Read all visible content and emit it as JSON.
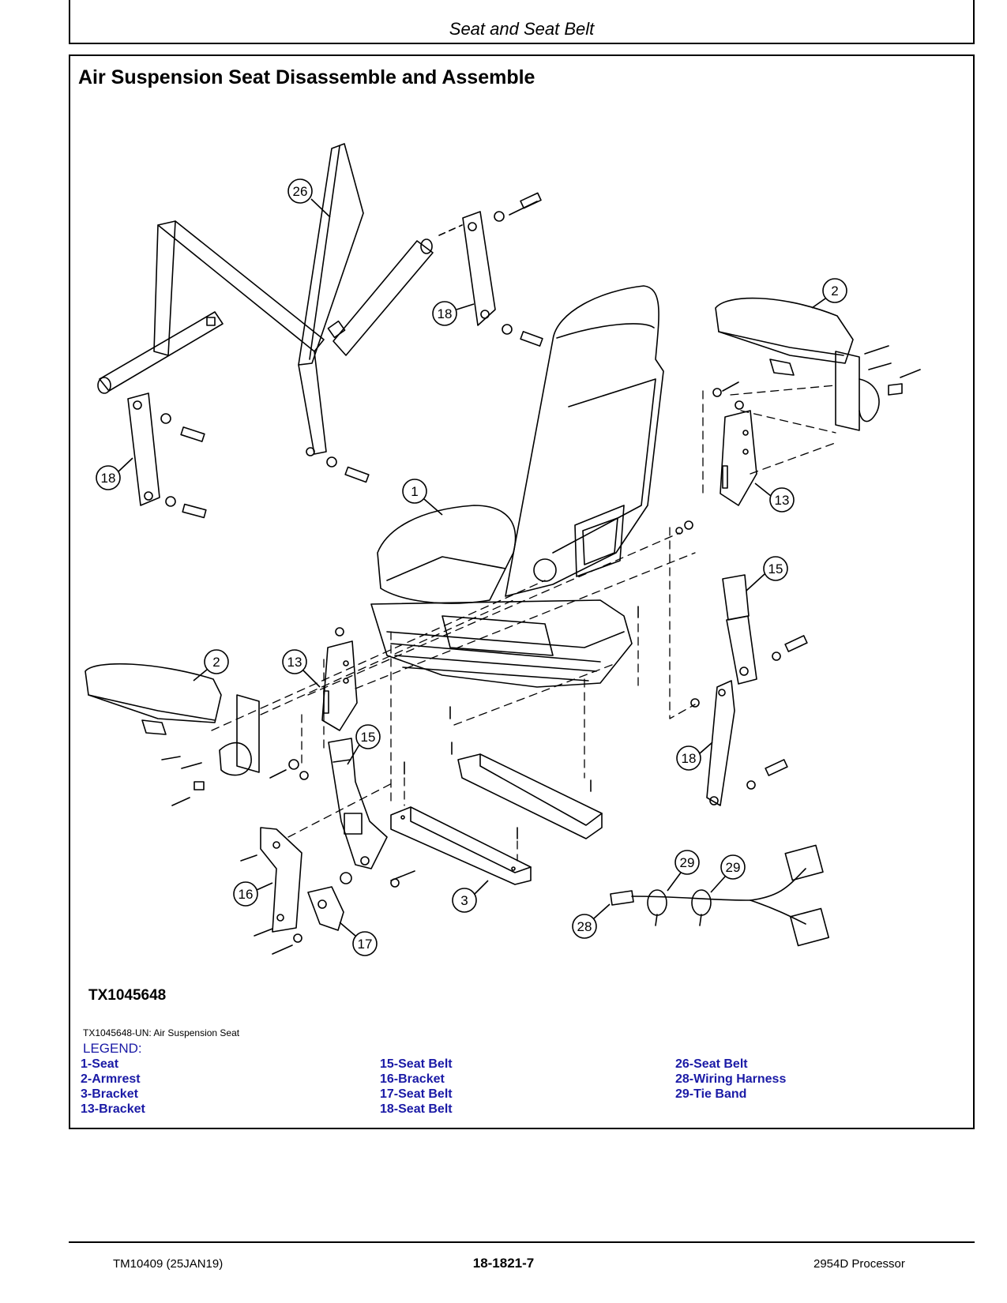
{
  "header": {
    "section_title": "Seat and Seat Belt"
  },
  "main": {
    "title": "Air Suspension Seat Disassemble and Assemble"
  },
  "figure": {
    "id_label": "TX1045648",
    "caption": "TX1045648-UN: Air Suspension Seat",
    "callouts": [
      "26",
      "18",
      "18",
      "1",
      "2",
      "13",
      "15",
      "2",
      "13",
      "15",
      "18",
      "16",
      "17",
      "3",
      "29",
      "29",
      "28"
    ]
  },
  "legend": {
    "title": "LEGEND:",
    "items": [
      "1-Seat",
      "2-Armrest",
      "3-Bracket",
      "13-Bracket",
      "15-Seat Belt",
      "16-Bracket",
      "17-Seat Belt",
      "18-Seat Belt",
      "26-Seat Belt",
      "28-Wiring Harness",
      "29-Tie Band"
    ]
  },
  "footer": {
    "doc_id": "TM10409 (25JAN19)",
    "page_number": "18-1821-7",
    "machine": "2954D Processor"
  },
  "colors": {
    "legend_text": "#1a1aa6"
  }
}
